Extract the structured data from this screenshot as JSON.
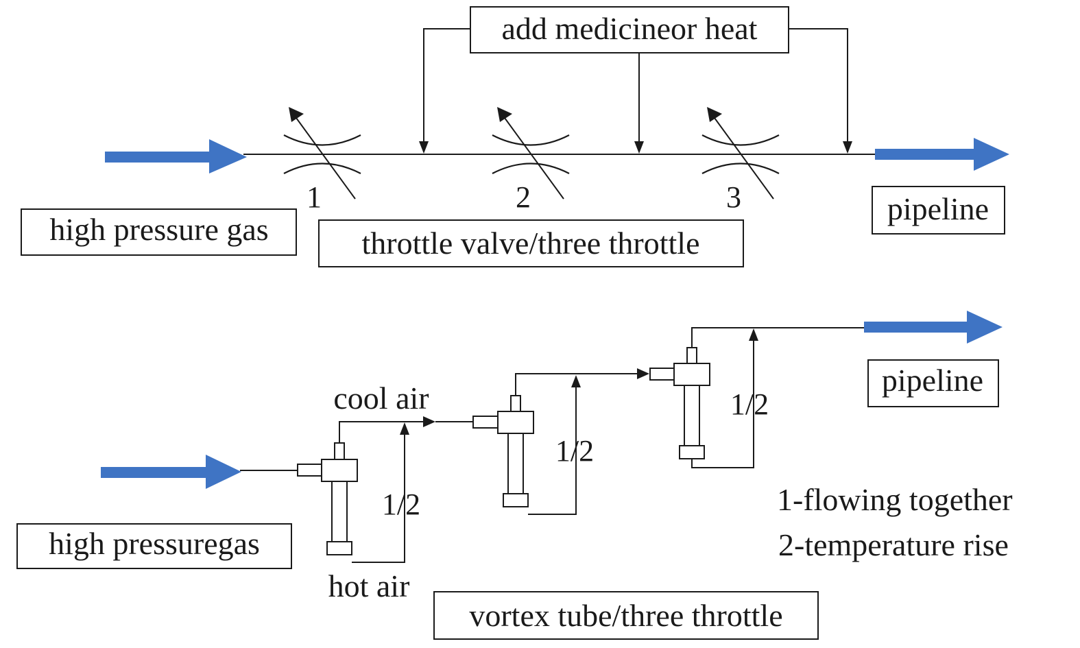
{
  "top_diagram": {
    "heat_label": "add medicineor heat",
    "valve_numbers": [
      "1",
      "2",
      "3"
    ],
    "inlet_label": "high pressure gas",
    "caption": "throttle valve/three throttle",
    "outlet_label": "pipeline"
  },
  "bottom_diagram": {
    "cool_air_label": "cool air",
    "hot_air_label": "hot air",
    "split_labels": [
      "1/2",
      "1/2",
      "1/2"
    ],
    "inlet_label": "high pressuregas",
    "caption": "vortex tube/three throttle",
    "outlet_label": "pipeline"
  },
  "legend": {
    "items": [
      "1-flowing together",
      "2-temperature rise"
    ]
  },
  "colors": {
    "flow_arrow": "#3f74c4",
    "line": "#1a1a1a"
  }
}
